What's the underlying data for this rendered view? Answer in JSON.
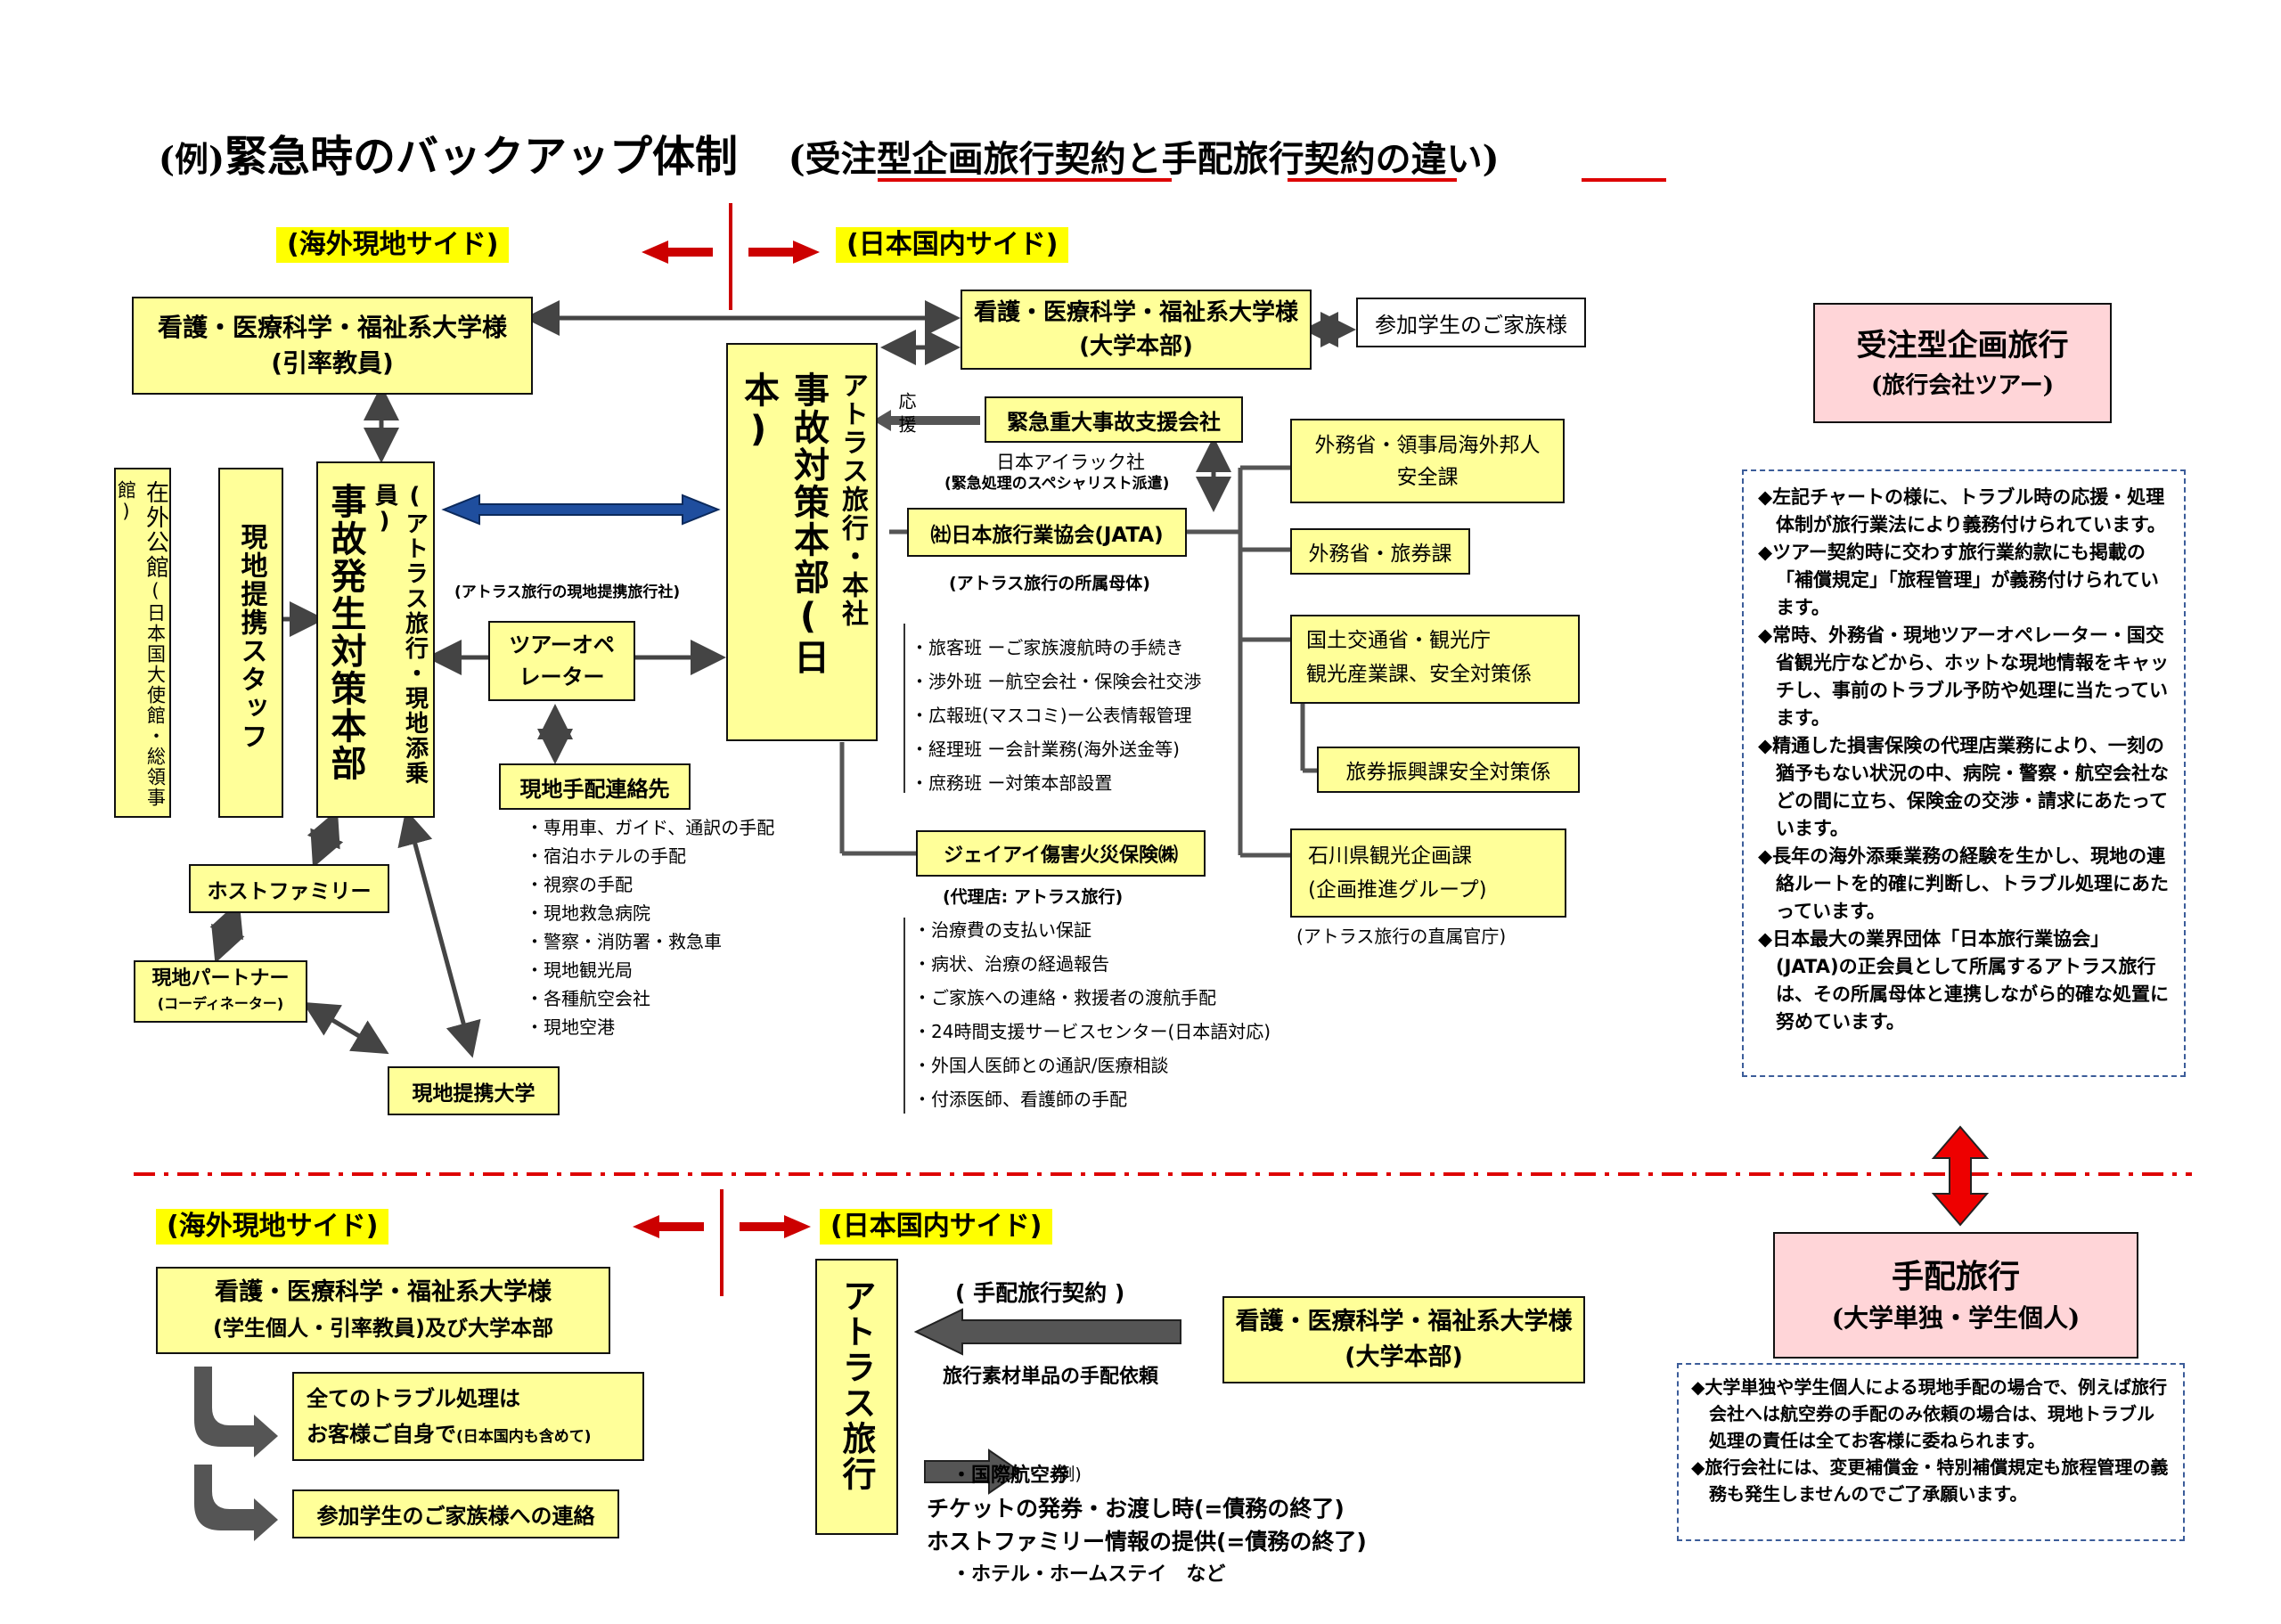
{
  "title": {
    "prefix": "(例)",
    "main": "緊急時のバックアップ体制",
    "sub": "(受注型企画旅行契約と手配旅行契約の違い)"
  },
  "colors": {
    "box_fill": "#ffff99",
    "pink_fill": "#ffd5d8",
    "arrow_red": "#cc0000",
    "arrow_blue": "#1f4e9e",
    "divider": "#dd0000",
    "highlight": "#ffff00"
  },
  "top": {
    "side_overseas": "(海外現地サイド)",
    "side_japan": "(日本国内サイド)",
    "university_left": {
      "line1": "看護・医療科学・福祉系大学様",
      "line2": "(引率教員)"
    },
    "university_right": {
      "line1": "看護・医療科学・福祉系大学様",
      "line2": "(大学本部)"
    },
    "family": "参加学生のご家族様",
    "embassy": {
      "main": "在外公館",
      "sub": "(日本国大使館・総領事館)"
    },
    "local_staff": "現地提携スタッフ",
    "local_hq": {
      "main": "事故発生対策本部",
      "sub": "(アトラス旅行・現地添乗員)"
    },
    "partner_agency_note": "(アトラス旅行の現地提携旅行社)",
    "tour_operator": {
      "line1": "ツアーオペ",
      "line2": "レーター"
    },
    "local_contact": "現地手配連絡先",
    "local_contact_items": [
      "・専用車、ガイド、通訳の手配",
      "・宿泊ホテルの手配",
      "・視察の手配",
      "・現地救急病院",
      "・警察・消防署・救急車",
      "・現地観光局",
      "・各種航空会社",
      "・現地空港"
    ],
    "host_family": "ホストファミリー",
    "local_partner": {
      "line1": "現地パートナー",
      "line2": "(コーディネーター)"
    },
    "local_university": "現地提携大学",
    "japan_hq": {
      "main": "事故対策本部(日本)",
      "sub": "アトラス旅行・本社"
    },
    "ouen": "応援",
    "emergency_support": "緊急重大事故支援会社",
    "ilac": "日本アイラック社",
    "ilac_note": "(緊急処理のスペシャリスト派遣)",
    "jata": "㈳日本旅行業協会(JATA)",
    "jata_note": "(アトラス旅行の所属母体)",
    "teams": [
      "・旅客班 ーご家族渡航時の手続き",
      "・渉外班 ー航空会社・保険会社交渉",
      "・広報班(マスコミ)ー公表情報管理",
      "・経理班 ー会計業務(海外送金等)",
      "・庶務班 ー対策本部設置"
    ],
    "insurance": "ジェイアイ傷害火災保険㈱",
    "insurance_agent": "(代理店: アトラス旅行)",
    "insurance_items": [
      "・治療費の支払い保証",
      "・病状、治療の経過報告",
      "・ご家族への連絡・救援者の渡航手配",
      "・24時間支援サービスセンター(日本語対応)",
      "・外国人医師との通訳/医療相談",
      "・付添医師、看護師の手配"
    ],
    "mofa_consular": {
      "line1": "外務省・領事局海外邦人",
      "line2": "安全課"
    },
    "mofa_passport": "外務省・旅券課",
    "mlit": {
      "line1": "国土交通省・観光庁",
      "line2": "観光産業課、安全対策係"
    },
    "passport_promo": "旅券振興課安全対策係",
    "ishikawa": {
      "line1": "石川県観光企画課",
      "line2": "(企画推進グループ)"
    },
    "ishikawa_note": "(アトラス旅行の直属官庁)"
  },
  "right": {
    "ordered_tour": {
      "line1": "受注型企画旅行",
      "line2": "(旅行会社ツアー)"
    },
    "ordered_notes": [
      "◆左記チャートの様に、トラブル時の応援・処理体制が旅行業法により義務付けられています。",
      "◆ツアー契約時に交わす旅行業約款にも掲載の「補償規定」「旅程管理」が義務付けられています。",
      "◆常時、外務省・現地ツアーオペレーター・国交省観光庁などから、ホットな現地情報をキャッチし、事前のトラブル予防や処理に当たっています。",
      "◆精通した損害保険の代理店業務により、一刻の猶予もない状況の中、病院・警察・航空会社などの間に立ち、保険金の交渉・請求にあたっています。",
      "◆長年の海外添乗業務の経験を生かし、現地の連絡ルートを的確に判断し、トラブル処理にあたっています。",
      "◆日本最大の業界団体「日本旅行業協会」(JATA)の正会員として所属するアトラス旅行は、その所属母体と連携しながら的確な処置に努めています。"
    ],
    "arranged_tour": {
      "line1": "手配旅行",
      "line2": "(大学単独・学生個人)"
    },
    "arranged_notes": [
      "◆大学単独や学生個人による現地手配の場合で、例えば旅行会社へは航空券の手配のみ依頼の場合は、現地トラブル処理の責任は全てお客様に委ねられます。",
      "◆旅行会社には、変更補償金・特別補償規定も旅程管理の義務も発生しませんのでご了承願います。"
    ]
  },
  "bottom": {
    "side_overseas": "(海外現地サイド)",
    "side_japan": "(日本国内サイド)",
    "university_left": {
      "line1": "看護・医療科学・福祉系大学様",
      "line2": "(学生個人・引率教員)及び大学本部"
    },
    "all_trouble": {
      "line1": "全てのトラブル処理は",
      "line2": "お客様ご自身で",
      "line2_small": "(日本国内も含めて)"
    },
    "family_contact": "参加学生のご家族様への連絡",
    "atlas": "アトラス旅行",
    "contract": "( 手配旅行契約 )",
    "request": "旅行素材単品の手配依頼",
    "request_items": [
      "・国際航空券",
      "・ホテル・ホームステイ　など"
    ],
    "example": "(例)",
    "end1": "チケットの発券・お渡し時(=債務の終了)",
    "end2": "ホストファミリー情報の提供(=債務の終了)",
    "university_right": {
      "line1": "看護・医療科学・福祉系大学様",
      "line2": "(大学本部)"
    }
  }
}
